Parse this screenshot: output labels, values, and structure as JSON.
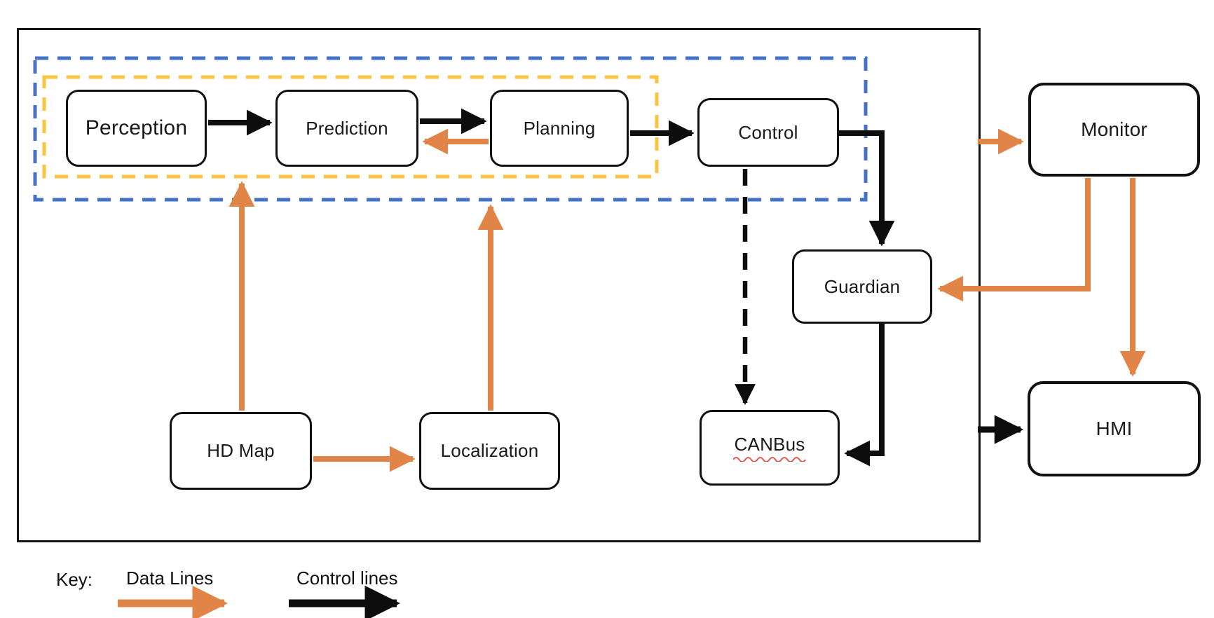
{
  "diagram": {
    "title_hint": "Autonomous driving software architecture diagram",
    "nodes": {
      "perception": {
        "label": "Perception"
      },
      "prediction": {
        "label": "Prediction"
      },
      "planning": {
        "label": "Planning"
      },
      "control": {
        "label": "Control"
      },
      "guardian": {
        "label": "Guardian"
      },
      "canbus": {
        "label": "CANBus"
      },
      "hdmap": {
        "label": "HD Map"
      },
      "localization": {
        "label": "Localization"
      },
      "monitor": {
        "label": "Monitor"
      },
      "hmi": {
        "label": "HMI"
      }
    },
    "groups": {
      "outer_system_box": {
        "style": "solid black rectangle"
      },
      "blue_dashed_group": {
        "style": "blue dashed rectangle around Perception, Prediction, Planning, Control"
      },
      "yellow_dashed_group": {
        "style": "yellow dashed rectangle around Perception, Prediction, Planning"
      }
    },
    "connections": [
      {
        "from": "perception",
        "to": "prediction",
        "type": "control"
      },
      {
        "from": "prediction",
        "to": "planning",
        "type": "control"
      },
      {
        "from": "planning",
        "to": "control",
        "type": "control"
      },
      {
        "from": "control",
        "to": "guardian",
        "type": "control"
      },
      {
        "from": "control",
        "to": "canbus",
        "type": "control-dashed"
      },
      {
        "from": "guardian",
        "to": "canbus",
        "type": "control"
      },
      {
        "from": "system",
        "to": "hmi",
        "type": "control"
      },
      {
        "from": "planning",
        "to": "prediction",
        "type": "data"
      },
      {
        "from": "hdmap",
        "to": "perception-group",
        "type": "data"
      },
      {
        "from": "hdmap",
        "to": "localization",
        "type": "data"
      },
      {
        "from": "localization",
        "to": "blue-group",
        "type": "data"
      },
      {
        "from": "system",
        "to": "monitor",
        "type": "data"
      },
      {
        "from": "monitor",
        "to": "guardian",
        "type": "data"
      },
      {
        "from": "monitor",
        "to": "hmi",
        "type": "data"
      }
    ]
  },
  "legend": {
    "key_label": "Key:",
    "data_lines_label": "Data Lines",
    "control_lines_label": "Control lines"
  },
  "colors": {
    "data_line": "#E08547",
    "control_line": "#0d0d0d",
    "module_group_border": "#4472C4",
    "subgroup_border": "#FBC342",
    "spellcheck_underline": "#E8453C"
  }
}
